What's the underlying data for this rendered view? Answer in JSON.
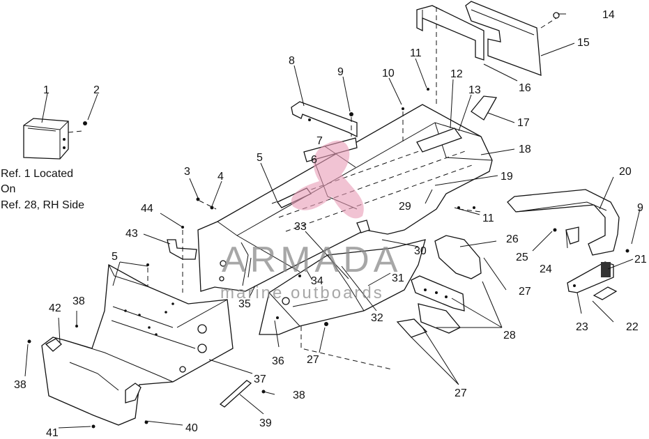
{
  "reference_note": [
    "Ref. 1 Located",
    "On",
    "Ref. 28, RH Side"
  ],
  "watermark": {
    "brand": "ARMADA",
    "tagline": "marine outboards",
    "logo_color": "#e79bb5",
    "text_color": "#8a8a8a"
  },
  "callouts": [
    {
      "id": "c1",
      "text": "1"
    },
    {
      "id": "c2",
      "text": "2"
    },
    {
      "id": "c3",
      "text": "3"
    },
    {
      "id": "c4",
      "text": "4"
    },
    {
      "id": "c5a",
      "text": "5"
    },
    {
      "id": "c5b",
      "text": "5"
    },
    {
      "id": "c6",
      "text": "6"
    },
    {
      "id": "c7",
      "text": "7"
    },
    {
      "id": "c8",
      "text": "8"
    },
    {
      "id": "c9a",
      "text": "9"
    },
    {
      "id": "c9b",
      "text": "9"
    },
    {
      "id": "c10",
      "text": "10"
    },
    {
      "id": "c11a",
      "text": "11"
    },
    {
      "id": "c11b",
      "text": "11"
    },
    {
      "id": "c12",
      "text": "12"
    },
    {
      "id": "c13",
      "text": "13"
    },
    {
      "id": "c14",
      "text": "14"
    },
    {
      "id": "c15",
      "text": "15"
    },
    {
      "id": "c16",
      "text": "16"
    },
    {
      "id": "c17",
      "text": "17"
    },
    {
      "id": "c18",
      "text": "18"
    },
    {
      "id": "c19",
      "text": "19"
    },
    {
      "id": "c20",
      "text": "20"
    },
    {
      "id": "c21",
      "text": "21"
    },
    {
      "id": "c22",
      "text": "22"
    },
    {
      "id": "c23",
      "text": "23"
    },
    {
      "id": "c24",
      "text": "24"
    },
    {
      "id": "c25",
      "text": "25"
    },
    {
      "id": "c26",
      "text": "26"
    },
    {
      "id": "c27a",
      "text": "27"
    },
    {
      "id": "c27b",
      "text": "27"
    },
    {
      "id": "c27c",
      "text": "27"
    },
    {
      "id": "c28",
      "text": "28"
    },
    {
      "id": "c29",
      "text": "29"
    },
    {
      "id": "c30",
      "text": "30"
    },
    {
      "id": "c31",
      "text": "31"
    },
    {
      "id": "c32",
      "text": "32"
    },
    {
      "id": "c33",
      "text": "33"
    },
    {
      "id": "c34",
      "text": "34"
    },
    {
      "id": "c35",
      "text": "35"
    },
    {
      "id": "c36",
      "text": "36"
    },
    {
      "id": "c37",
      "text": "37"
    },
    {
      "id": "c38a",
      "text": "38"
    },
    {
      "id": "c38b",
      "text": "38"
    },
    {
      "id": "c38c",
      "text": "38"
    },
    {
      "id": "c39",
      "text": "39"
    },
    {
      "id": "c40",
      "text": "40"
    },
    {
      "id": "c41",
      "text": "41"
    },
    {
      "id": "c42",
      "text": "42"
    },
    {
      "id": "c43",
      "text": "43"
    },
    {
      "id": "c44",
      "text": "44"
    }
  ]
}
